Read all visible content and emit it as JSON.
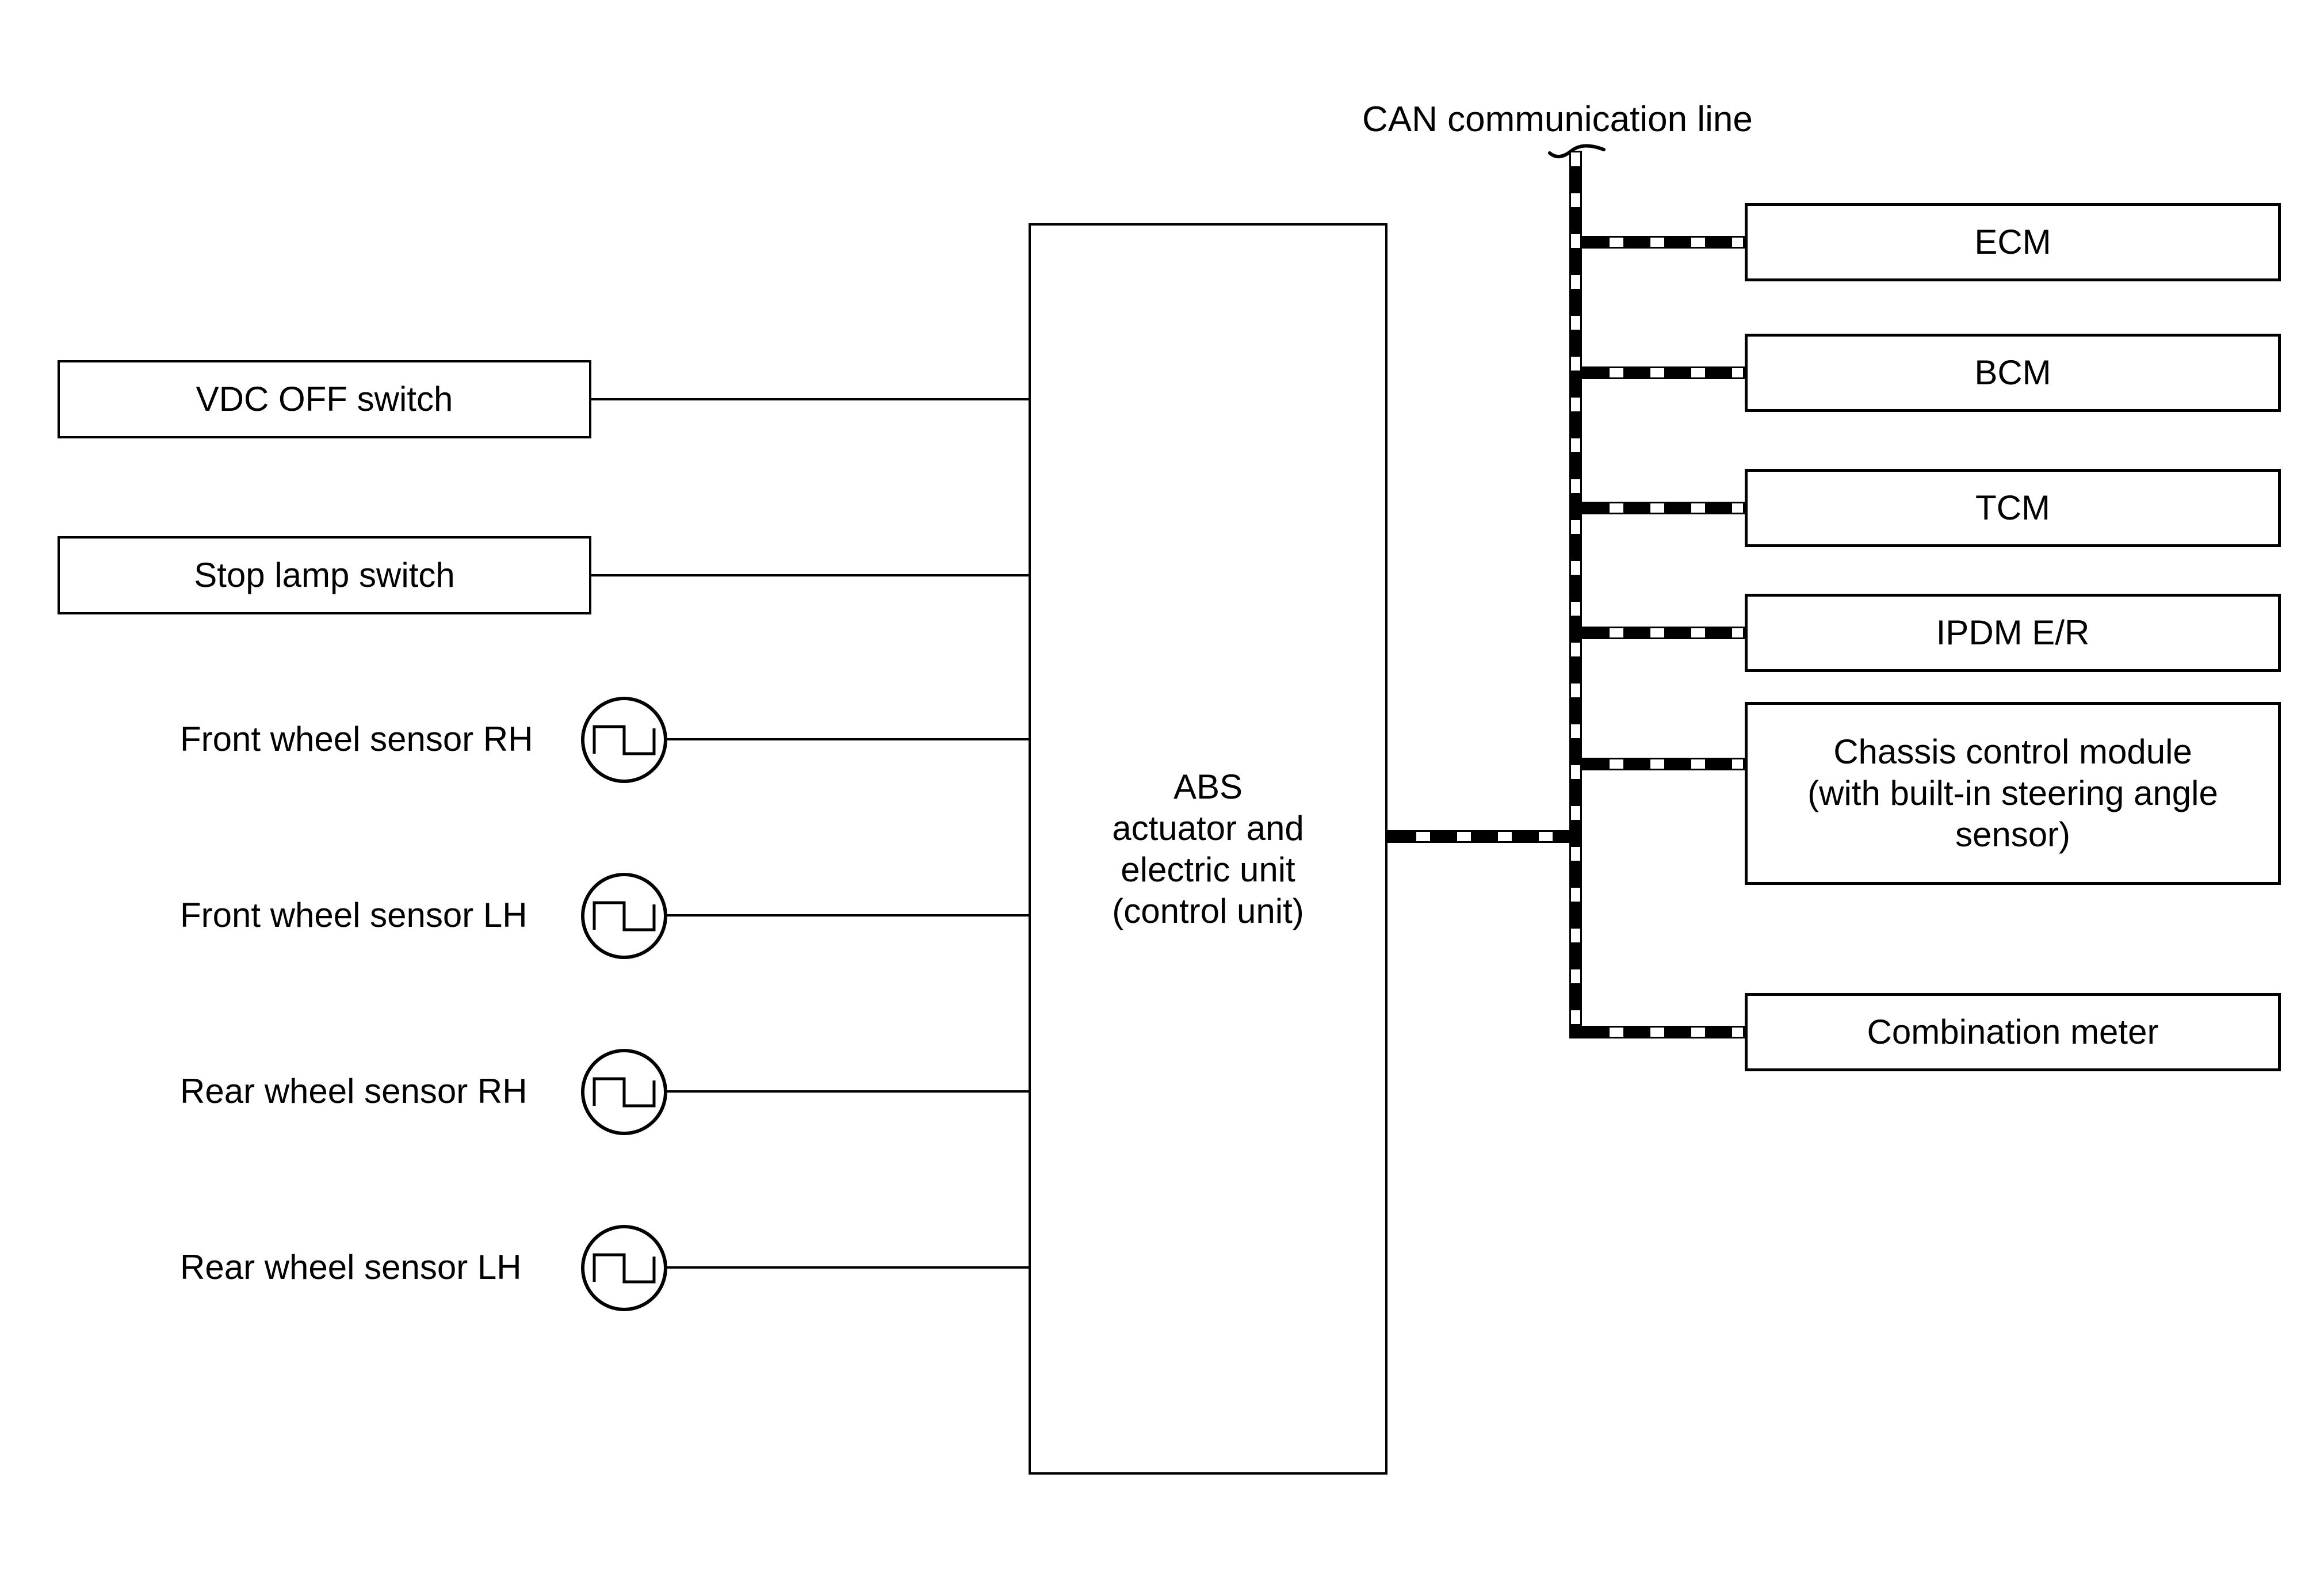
{
  "diagram_title": "CAN communication line",
  "colors": {
    "background": "#ffffff",
    "line": "#000000"
  },
  "left_inputs": [
    {
      "label": "VDC OFF switch",
      "type": "box"
    },
    {
      "label": "Stop lamp switch",
      "type": "box"
    },
    {
      "label": "Front wheel sensor RH",
      "type": "pulse-sensor"
    },
    {
      "label": "Front wheel sensor LH",
      "type": "pulse-sensor"
    },
    {
      "label": "Rear wheel sensor RH",
      "type": "pulse-sensor"
    },
    {
      "label": "Rear wheel sensor LH",
      "type": "pulse-sensor"
    }
  ],
  "control_unit": {
    "lines": [
      "ABS",
      "actuator and",
      "electric unit",
      "(control unit)"
    ]
  },
  "can_modules": [
    {
      "label": "ECM"
    },
    {
      "label": "BCM"
    },
    {
      "label": "TCM"
    },
    {
      "label": "IPDM E/R"
    },
    {
      "lines": [
        "Chassis control module",
        "(with built-in steering angle",
        "sensor)"
      ]
    },
    {
      "label": "Combination meter"
    }
  ]
}
